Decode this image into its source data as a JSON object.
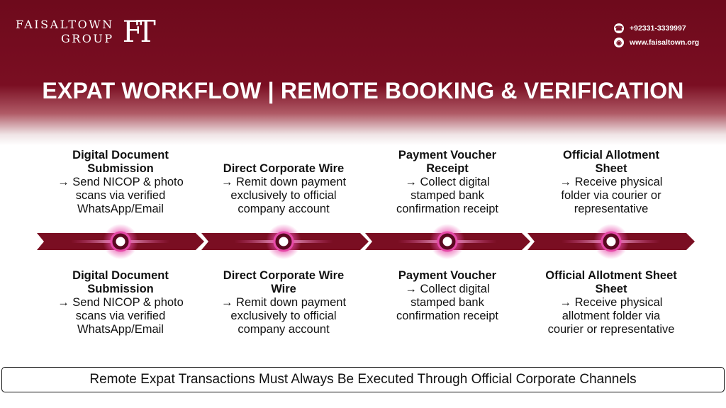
{
  "brand": {
    "line1": "FAISALTOWN",
    "line2": "GROUP",
    "mark": "FT"
  },
  "contact": {
    "phone_icon": "phone-icon",
    "phone": "+92331-3339997",
    "web_icon": "globe-icon",
    "website": "www.faisaltown.org"
  },
  "title": "EXPAT WORKFLOW | REMOTE BOOKING & VERIFICATION",
  "colors": {
    "maroon": "#7a0e22",
    "node_glow": "#e64aa8",
    "white": "#ffffff"
  },
  "top_steps": [
    {
      "title_lines": [
        "Digital Document",
        "Submission"
      ],
      "desc_lines": [
        "→ Send NICOP & photo",
        "scans via verified",
        "WhatsApp/Email"
      ]
    },
    {
      "title_lines": [
        "Direct Corporate Wire"
      ],
      "desc_lines": [
        "→ Remit down payment",
        "exclusively to official",
        "company account"
      ]
    },
    {
      "title_lines": [
        "Payment Voucher",
        "Receipt"
      ],
      "desc_lines": [
        "→ Collect digital",
        "stamped bank",
        "confirmation receipt"
      ]
    },
    {
      "title_lines": [
        "Official Allotment",
        "Sheet"
      ],
      "desc_lines": [
        "→ Receive physical",
        "folder via courier or",
        "representative"
      ]
    }
  ],
  "bottom_steps": [
    {
      "title_lines": [
        "Digital Document",
        "Submission"
      ],
      "desc_lines": [
        "→ Send NICOP & photo",
        "scans via verified",
        "WhatsApp/Email"
      ]
    },
    {
      "title_lines": [
        "Direct Corporate Wire",
        "Wire"
      ],
      "desc_lines": [
        "→ Remit down payment",
        "exclusively to official",
        "company account"
      ]
    },
    {
      "title_lines": [
        "Payment Voucher"
      ],
      "desc_lines": [
        "→ Collect digital",
        "stamped bank",
        "confirmation receipt"
      ]
    },
    {
      "title_lines": [
        "Official Allotment Sheet",
        "Sheet"
      ],
      "desc_lines": [
        "→ Receive physical",
        "allotment folder via",
        "courier or representative"
      ]
    }
  ],
  "footer": "Remote Expat Transactions Must Always Be Executed Through Official Corporate Channels"
}
